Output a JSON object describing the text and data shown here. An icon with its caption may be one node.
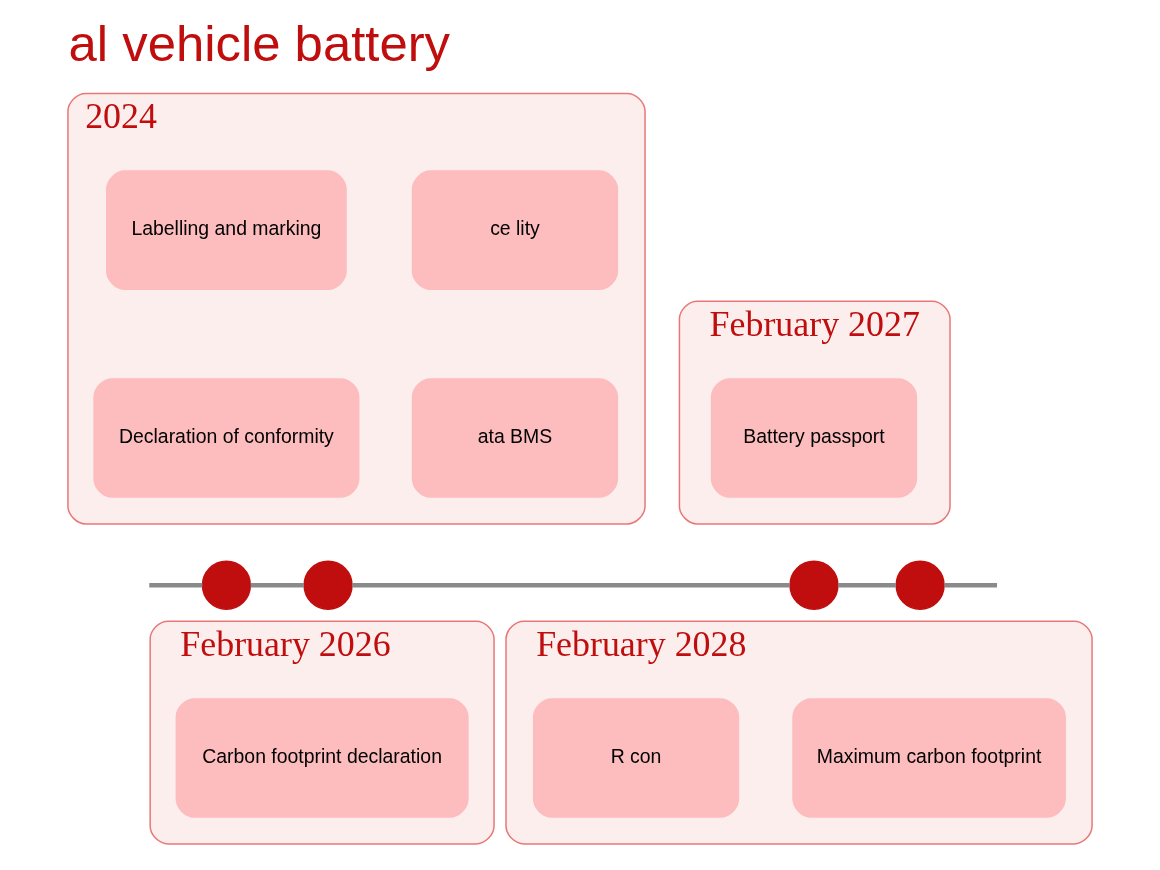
{
  "diagram": {
    "title": "al vehicle battery",
    "nodes": [
      {
        "text": [
          "2024"
        ]
      },
      {
        "text": [
          "ce lity"
        ],
        "in": 0
      },
      {
        "text": [
          "Labelling and marking"
        ],
        "in": 0
      },
      {
        "text": [
          "ata BMS"
        ],
        "in": 0
      },
      {
        "text": [
          "Declaration of conformity"
        ],
        "in": 0
      },
      {
        "text": [
          "February 2027"
        ]
      },
      {
        "text": [
          "Battery passport"
        ],
        "in": 5
      },
      {
        "text": [],
        "shape": "circle"
      },
      {
        "text": [],
        "shape": "circle"
      },
      {
        "text": [],
        "shape": "circle"
      },
      {
        "text": [],
        "shape": "circle"
      },
      {
        "text": [
          "February 2026"
        ]
      },
      {
        "text": [
          "Carbon footprint declaration"
        ],
        "in": 11
      },
      {
        "text": [
          "February 2028"
        ]
      },
      {
        "text": [
          "Maximum carbon footprint"
        ],
        "in": 13
      },
      {
        "text": [
          "R con"
        ],
        "in": 13
      }
    ],
    "edges": [
      {
        "from": null,
        "to": 7,
        "arrow": "none"
      },
      {
        "from": 7,
        "to": 8,
        "arrow": "none"
      },
      {
        "from": 8,
        "to": 9,
        "arrow": "none"
      },
      {
        "from": 9,
        "to": 10,
        "arrow": "none"
      },
      {
        "from": 10,
        "to": null,
        "arrow": "none"
      }
    ]
  }
}
